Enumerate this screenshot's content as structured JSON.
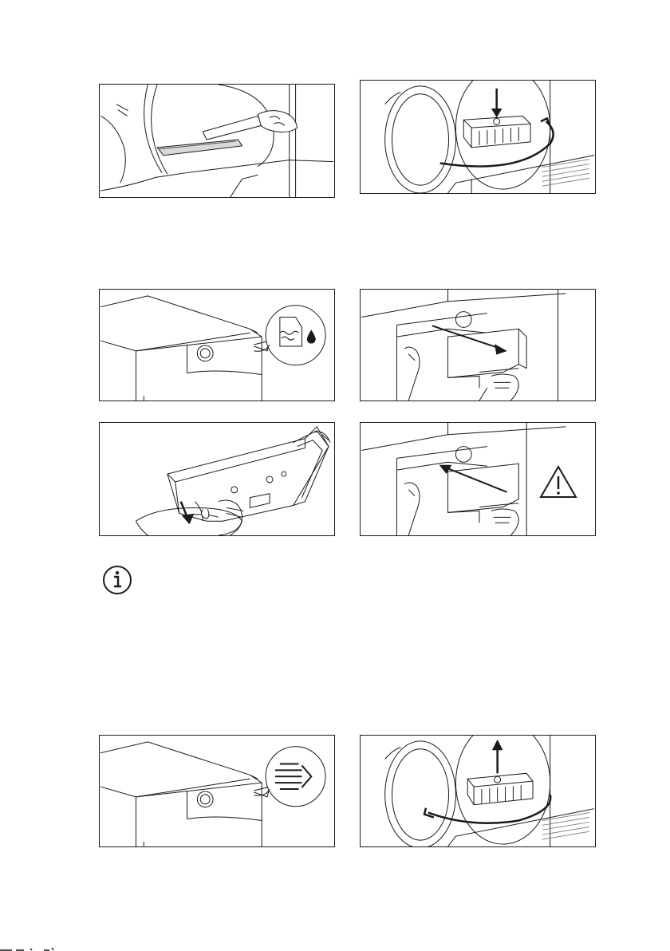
{
  "page": {
    "illustrations": [
      {
        "id": "fig-1",
        "icon": "brush-cleaning-door-seal"
      },
      {
        "id": "fig-2",
        "icon": "remove-filter-from-door"
      },
      {
        "id": "fig-3",
        "icon": "water-container-full-indicator"
      },
      {
        "id": "fig-4",
        "icon": "pull-out-water-container"
      },
      {
        "id": "fig-5",
        "icon": "empty-water-container-into-sink"
      },
      {
        "id": "fig-6",
        "icon": "push-in-water-container-warning"
      },
      {
        "id": "fig-7",
        "icon": "condenser-airflow-indicator"
      },
      {
        "id": "fig-8",
        "icon": "lift-filter-out-of-door"
      }
    ],
    "info_icon": "info-icon",
    "warning_icon": "warning-triangle-icon",
    "colors": {
      "line": "#1a1a1a",
      "background": "#ffffff"
    }
  }
}
